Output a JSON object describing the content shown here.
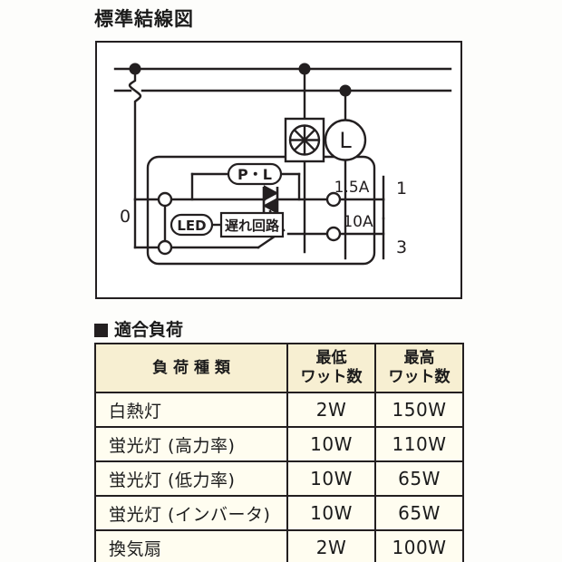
{
  "diagram": {
    "title": "標準結線図",
    "labels": {
      "terminal_0": "0",
      "terminal_1": "1",
      "terminal_3": "3",
      "rating_1_5a": "1.5A",
      "rating_10a": "10A",
      "pilot_lamp": "P・L",
      "led": "LED",
      "delay_circuit": "遅れ回路",
      "lamp_symbol": "L"
    },
    "symbols": {
      "fan": "fan-symbol",
      "lamp": "lamp-symbol",
      "triac": "triac-symbol",
      "switch": "switch-symbol"
    }
  },
  "loads": {
    "heading": "適合負荷",
    "columns": {
      "type": "負 荷 種 類",
      "min_line1": "最低",
      "min_line2": "ワット数",
      "max_line1": "最高",
      "max_line2": "ワット数"
    },
    "rows": [
      {
        "type": "白熱灯",
        "min": "2W",
        "max": "150W"
      },
      {
        "type": "蛍光灯 (高力率)",
        "min": "10W",
        "max": "110W"
      },
      {
        "type": "蛍光灯 (低力率)",
        "min": "10W",
        "max": "65W"
      },
      {
        "type": "蛍光灯 (インバータ)",
        "min": "10W",
        "max": "65W"
      },
      {
        "type": "換気扇",
        "min": "2W",
        "max": "100W"
      }
    ]
  },
  "colors": {
    "ink": "#231f20",
    "header_fill": "#f7efd2",
    "cell_fill": "#fffdf0",
    "page_bg": "#fdfdfb"
  }
}
